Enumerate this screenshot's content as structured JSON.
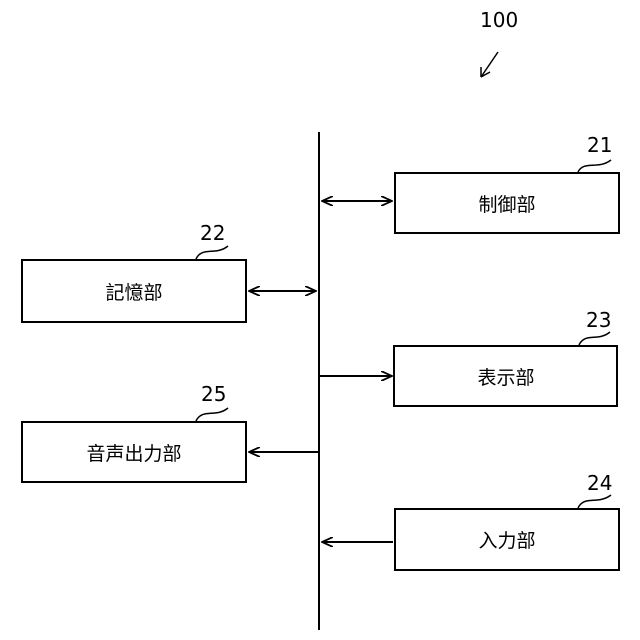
{
  "system_ref": "100",
  "blocks": {
    "control": {
      "label": "制御部",
      "ref": "21"
    },
    "storage": {
      "label": "記憶部",
      "ref": "22"
    },
    "display": {
      "label": "表示部",
      "ref": "23"
    },
    "input": {
      "label": "入力部",
      "ref": "24"
    },
    "audio_output": {
      "label": "音声出力部",
      "ref": "25"
    }
  }
}
